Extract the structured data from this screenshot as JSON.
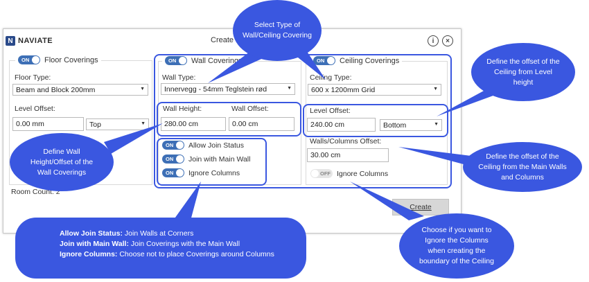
{
  "app": {
    "logo_text": "NAVIATE",
    "dialog_title": "Create C",
    "info_icon": "i",
    "close_icon": "×"
  },
  "floor": {
    "toggle": "ON",
    "title": "Floor Coverings",
    "type_label": "Floor Type:",
    "type_value": "Beam and Block 200mm",
    "offset_label": "Level Offset:",
    "offset_value": "0.00 mm",
    "offset_ref": "Top"
  },
  "wall": {
    "toggle": "ON",
    "title": "Wall Coverings",
    "type_label": "Wall Type:",
    "type_value": "Innervegg - 54mm Teglstein rød",
    "height_label": "Wall Height:",
    "height_value": "280.00 cm",
    "offset_label": "Wall Offset:",
    "offset_value": "0.00 cm",
    "options": [
      {
        "toggle": "ON",
        "label": "Allow Join Status"
      },
      {
        "toggle": "ON",
        "label": "Join with Main Wall"
      },
      {
        "toggle": "ON",
        "label": "Ignore Columns"
      }
    ]
  },
  "ceiling": {
    "toggle": "ON",
    "title": "Ceiling Coverings",
    "type_label": "Ceiling Type:",
    "type_value": "600 x 1200mm Grid",
    "offset_label": "Level Offset:",
    "offset_value": "240.00 cm",
    "offset_ref": "Bottom",
    "walls_offset_label": "Walls/Columns Offset:",
    "walls_offset_value": "30.00 cm",
    "ignore_toggle": "OFF",
    "ignore_label": "Ignore Columns"
  },
  "room_count": "Room Count:  2",
  "create_button": "Create",
  "callouts": {
    "select_type": "Select Type of Wall/Ceiling Covering",
    "ceiling_offset": "Define the offset of the Ceiling from Level height",
    "wall_height": "Define Wall Height/Offset of the Wall Coverings",
    "ceiling_walls": "Define the offset of the Ceiling from the Main Walls and Columns",
    "ignore_columns": "Choose if you want to Ignore the Columns when creating the boundary of the Ceiling",
    "options_lines": [
      {
        "bold": "Allow Join Status:",
        "text": " Join Walls at Corners"
      },
      {
        "bold": "Join with Main Wall:",
        "text": " Join Coverings with the Main Wall"
      },
      {
        "bold": "Ignore Columns:",
        "text": " Choose not to place Coverings around Columns"
      }
    ]
  },
  "colors": {
    "callout": "#3a57e0",
    "toggle_on": "#3d6fb6",
    "toggle_off": "#e6e6e6"
  }
}
